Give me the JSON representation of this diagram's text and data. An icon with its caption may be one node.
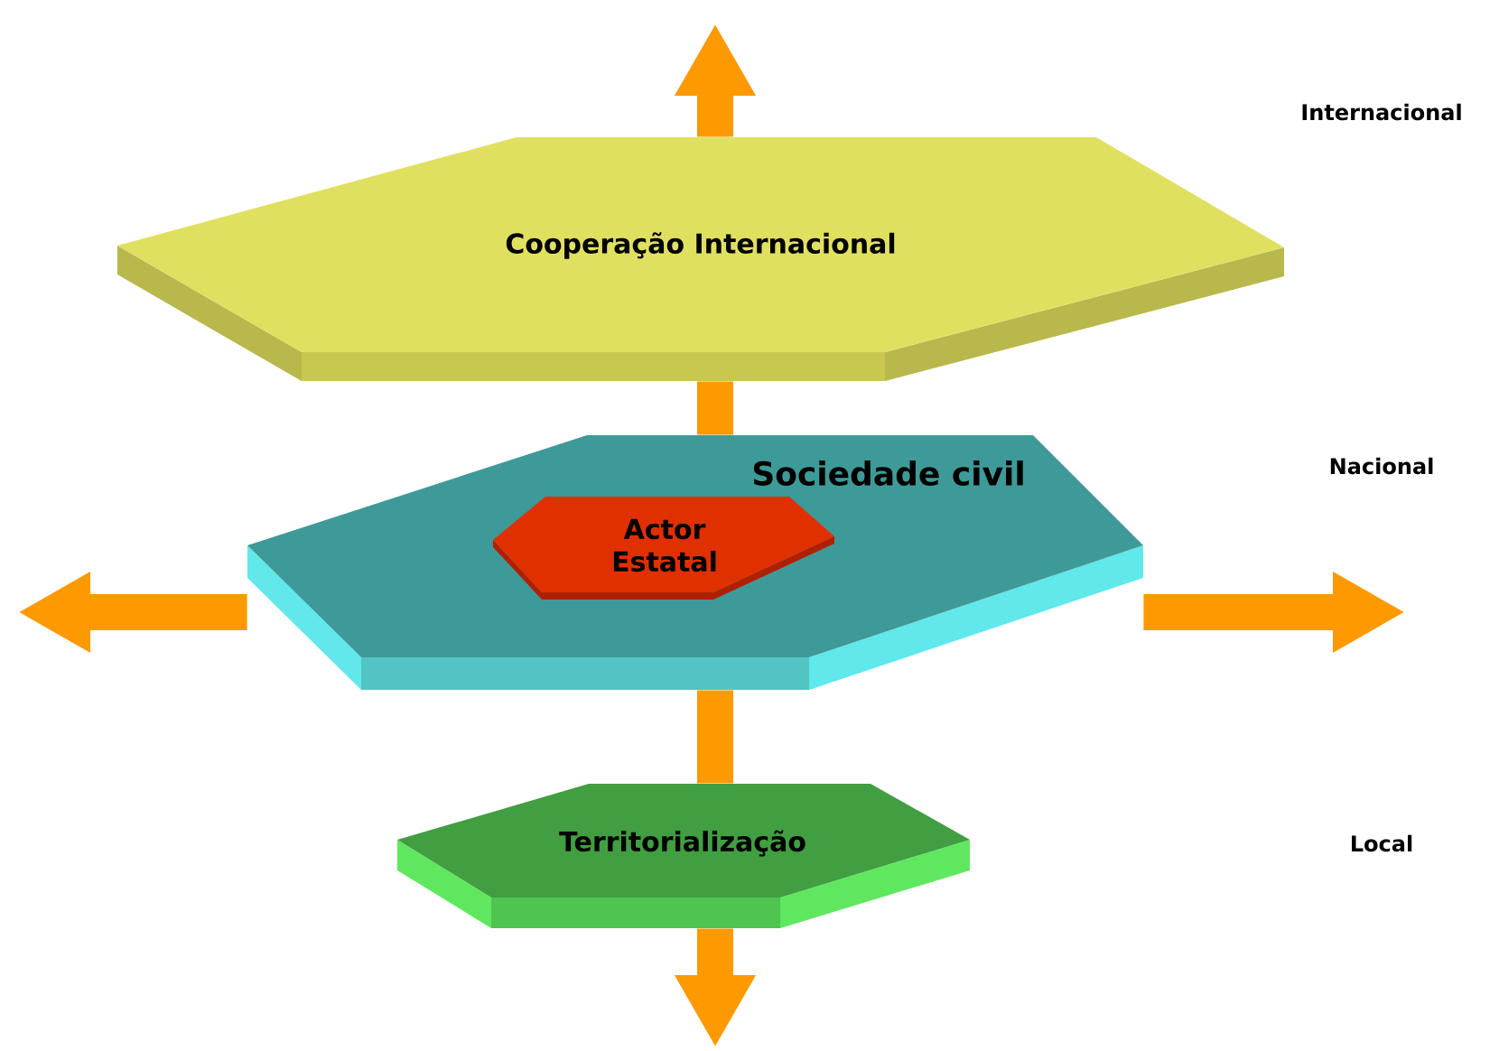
{
  "diagram": {
    "nodes": [
      {
        "text": [
          "Cooperação Internacional"
        ]
      },
      {
        "text": [
          "Sociedade civil"
        ]
      },
      {
        "text": [
          "Actor Estatal"
        ],
        "in": 1
      },
      {
        "text": [
          "Territorialização"
        ]
      }
    ],
    "edges": [
      {
        "from": 0,
        "to": null,
        "arrow": "to"
      },
      {
        "from": 1,
        "to": 0,
        "arrow": "none"
      },
      {
        "from": 1,
        "to": null,
        "arrow": "to"
      },
      {
        "from": 1,
        "to": null,
        "arrow": "to"
      },
      {
        "from": 3,
        "to": 1,
        "arrow": "none"
      },
      {
        "from": 3,
        "to": null,
        "arrow": "to"
      }
    ],
    "labels": [
      "Internacional",
      "Nacional",
      "Local"
    ]
  }
}
